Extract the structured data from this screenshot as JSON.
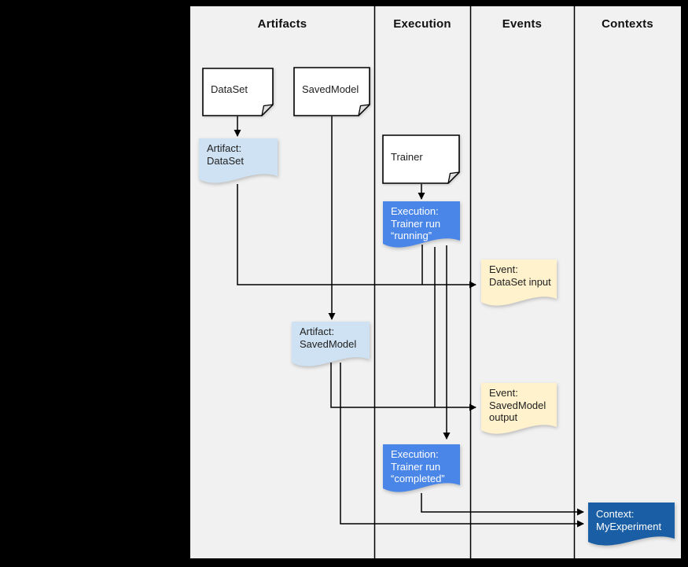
{
  "header": {
    "columns": [
      "Artifacts",
      "Execution",
      "Events",
      "Contexts"
    ]
  },
  "nodes": {
    "dataset_box": "DataSet",
    "savedmodel_box": "SavedModel",
    "trainer_box": "Trainer",
    "artifact_dataset": "Artifact:\nDataSet",
    "execution_running": "Execution:\nTrainer run\n“running”",
    "event_dataset_input": "Event:\nDataSet input",
    "artifact_savedmodel": "Artifact:\nSavedModel",
    "event_savedmodel_output": "Event:\nSavedModel\noutput",
    "execution_completed": "Execution:\nTrainer run\n“completed”",
    "context_myexperiment": "Context:\nMyExperiment"
  },
  "edges": [
    {
      "from": "DataSet",
      "to": "Artifact: DataSet"
    },
    {
      "from": "SavedModel",
      "to": "Artifact: SavedModel"
    },
    {
      "from": "Trainer",
      "to": "Execution: Trainer run “running”"
    },
    {
      "from": "Artifact: DataSet",
      "to": "Event: DataSet input"
    },
    {
      "from": "Execution: Trainer run “running”",
      "to": "Event: DataSet input"
    },
    {
      "from": "Artifact: SavedModel",
      "to": "Event: SavedModel output"
    },
    {
      "from": "Execution: Trainer run “running”",
      "to": "Event: SavedModel output"
    },
    {
      "from": "Execution: Trainer run “running”",
      "to": "Execution: Trainer run “completed”"
    },
    {
      "from": "Execution: Trainer run “completed”",
      "to": "Context: MyExperiment"
    },
    {
      "from": "Artifact: SavedModel",
      "to": "Context: MyExperiment"
    }
  ],
  "colors": {
    "page": "#000000",
    "canvas": "#f1f1f1",
    "line": "#000000",
    "artifact": "#cfe2f3",
    "execution": "#4a86e8",
    "event": "#fff2cc",
    "context": "#1a5fa5",
    "text-dark": "#212121",
    "text-light": "#ffffff"
  }
}
